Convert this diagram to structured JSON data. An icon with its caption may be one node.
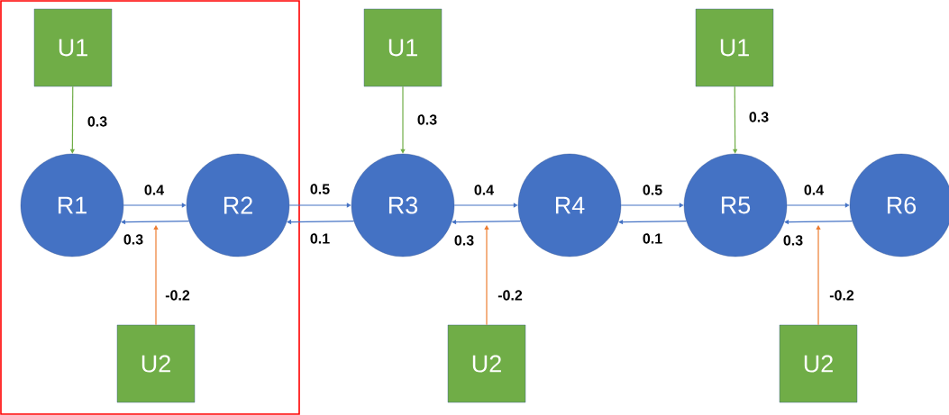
{
  "diagram": {
    "nodes": [
      {
        "text": [],
        "shape": "box"
      },
      {
        "text": [
          "U1"
        ],
        "in": 0
      },
      {
        "text": [
          "R1"
        ],
        "in": 0
      },
      {
        "text": [
          "R2"
        ],
        "in": 0
      },
      {
        "text": [
          "U2"
        ],
        "in": 0
      },
      {
        "text": [
          "U1"
        ]
      },
      {
        "text": [
          "R3"
        ]
      },
      {
        "text": [
          "R4"
        ]
      },
      {
        "text": [
          "U2"
        ]
      },
      {
        "text": [
          "U1"
        ]
      },
      {
        "text": [
          "R5"
        ]
      },
      {
        "text": [
          "R6"
        ]
      },
      {
        "text": [
          "U2"
        ]
      }
    ],
    "edges": [
      {
        "from": 1,
        "to": 2,
        "arrow": "to",
        "label": "0.3",
        "color": "#70ad47"
      },
      {
        "from": 2,
        "to": 3,
        "arrow": "to",
        "label": "0.4"
      },
      {
        "from": 3,
        "to": 2,
        "arrow": "to",
        "label": "0.3"
      },
      {
        "from": 4,
        "to": null,
        "arrow": "to",
        "label": "-0.2",
        "color": "#ed7d31"
      },
      {
        "from": 3,
        "to": 6,
        "arrow": "to",
        "label": "0.5"
      },
      {
        "from": 6,
        "to": 3,
        "arrow": "to",
        "label": "0.1"
      },
      {
        "from": 5,
        "to": 6,
        "arrow": "to",
        "label": "0.3",
        "color": "#70ad47"
      },
      {
        "from": 6,
        "to": 7,
        "arrow": "to",
        "label": "0.4"
      },
      {
        "from": 7,
        "to": 6,
        "arrow": "to",
        "label": "0.3"
      },
      {
        "from": 8,
        "to": null,
        "arrow": "to",
        "label": "-0.2",
        "color": "#ed7d31"
      },
      {
        "from": 7,
        "to": 10,
        "arrow": "to",
        "label": "0.5"
      },
      {
        "from": 10,
        "to": 7,
        "arrow": "to",
        "label": "0.1"
      },
      {
        "from": 9,
        "to": 10,
        "arrow": "to",
        "label": "0.3",
        "color": "#70ad47"
      },
      {
        "from": 10,
        "to": 11,
        "arrow": "to",
        "label": "0.4"
      },
      {
        "from": 11,
        "to": 10,
        "arrow": "to",
        "label": "0.3"
      },
      {
        "from": 12,
        "to": null,
        "arrow": "to",
        "label": "-0.2",
        "color": "#ed7d31"
      }
    ]
  }
}
